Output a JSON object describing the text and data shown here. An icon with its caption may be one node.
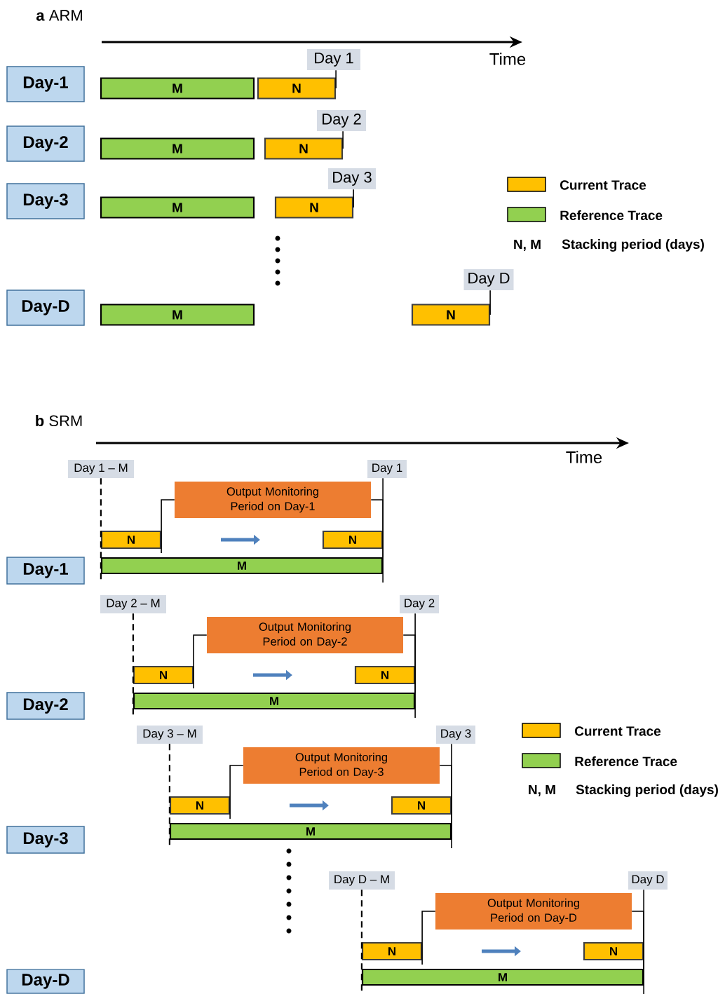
{
  "diagram": {
    "nodes": [
      {
        "text": [
          "Day 1"
        ]
      },
      {
        "text": [
          "Day-1"
        ]
      },
      {
        "text": [
          "M"
        ]
      },
      {
        "text": [
          "N"
        ]
      },
      {
        "text": [
          "Day 2"
        ]
      },
      {
        "text": [
          "Day-2"
        ]
      },
      {
        "text": [
          "M"
        ]
      },
      {
        "text": [
          "N"
        ]
      },
      {
        "text": [
          "Day 3"
        ]
      },
      {
        "text": [
          "Day-3"
        ]
      },
      {
        "text": [
          "M"
        ]
      },
      {
        "text": [
          "N"
        ]
      },
      {
        "text": [
          "Day D"
        ]
      },
      {
        "text": [
          "Day-D"
        ]
      },
      {
        "text": [
          "M"
        ]
      },
      {
        "text": [
          "N"
        ]
      },
      {
        "text": [
          "Day 1 – M"
        ]
      },
      {
        "text": [
          "Day 1"
        ]
      },
      {
        "text": [
          "Output Monitoring Period on Day-1"
        ]
      },
      {
        "text": [
          "N"
        ]
      },
      {
        "text": [
          "N"
        ]
      },
      {
        "text": [
          "Day-1"
        ]
      },
      {
        "text": [
          "M"
        ]
      },
      {
        "text": [
          "Day 2 – M"
        ]
      },
      {
        "text": [
          "Day 2"
        ]
      },
      {
        "text": [
          "Output Monitoring Period on Day-2"
        ]
      },
      {
        "text": [
          "N"
        ]
      },
      {
        "text": [
          "N"
        ]
      },
      {
        "text": [
          "Day-2"
        ]
      },
      {
        "text": [
          "M"
        ]
      },
      {
        "text": [
          "Day 3 – M"
        ]
      },
      {
        "text": [
          "Day 3"
        ]
      },
      {
        "text": [
          "Output Monitoring Period on Day-3"
        ]
      },
      {
        "text": [
          "N"
        ]
      },
      {
        "text": [
          "N"
        ]
      },
      {
        "text": [
          "Day-3"
        ]
      },
      {
        "text": [
          "M"
        ]
      },
      {
        "text": [
          "Day D – M"
        ]
      },
      {
        "text": [
          "Day D"
        ]
      },
      {
        "text": [
          "Output Monitoring Period on Day-D"
        ]
      },
      {
        "text": [
          "N"
        ]
      },
      {
        "text": [
          "N"
        ]
      },
      {
        "text": [
          "Day-D"
        ]
      },
      {
        "text": [
          "M"
        ]
      }
    ],
    "edges": [
      {
        "from": 0,
        "to": 3,
        "arrow": "none"
      },
      {
        "from": 4,
        "to": 7,
        "arrow": "none"
      },
      {
        "from": 8,
        "to": 11,
        "arrow": "none"
      },
      {
        "from": 12,
        "to": 15,
        "arrow": "none"
      },
      {
        "from": 16,
        "to": 22,
        "arrow": "none",
        "style": "dashed"
      },
      {
        "from": 17,
        "to": 22,
        "arrow": "none"
      },
      {
        "from": 18,
        "to": 19,
        "arrow": "none"
      },
      {
        "from": 23,
        "to": 29,
        "arrow": "none",
        "style": "dashed"
      },
      {
        "from": 24,
        "to": 29,
        "arrow": "none"
      },
      {
        "from": 25,
        "to": 26,
        "arrow": "none"
      },
      {
        "from": 30,
        "to": 36,
        "arrow": "none",
        "style": "dashed"
      },
      {
        "from": 31,
        "to": 36,
        "arrow": "none"
      },
      {
        "from": 32,
        "to": 33,
        "arrow": "none"
      },
      {
        "from": 37,
        "to": 43,
        "arrow": "none",
        "style": "dashed"
      },
      {
        "from": 38,
        "to": 43,
        "arrow": "none"
      },
      {
        "from": 39,
        "to": 40,
        "arrow": "none"
      },
      {
        "from": 18,
        "to": 22,
        "arrow": "none"
      },
      {
        "from": 25,
        "to": 29,
        "arrow": "none"
      },
      {
        "from": 32,
        "to": 36,
        "arrow": "none"
      },
      {
        "from": 39,
        "to": 43,
        "arrow": "none"
      }
    ],
    "labels": [
      "**a** ARM",
      "Time",
      "N, M",
      "Stacking period (days)",
      "**b** SRM",
      "Time",
      "N, M",
      "Stacking period (days)"
    ],
    "legend": [
      {
        "text": "Current Trace",
        "color": "#ffc000"
      },
      {
        "text": "Reference Trace",
        "color": "#92d050"
      },
      {
        "text": "Current Trace",
        "color": "#ffc000"
      },
      {
        "text": "Reference Trace",
        "color": "#92d050"
      }
    ]
  }
}
